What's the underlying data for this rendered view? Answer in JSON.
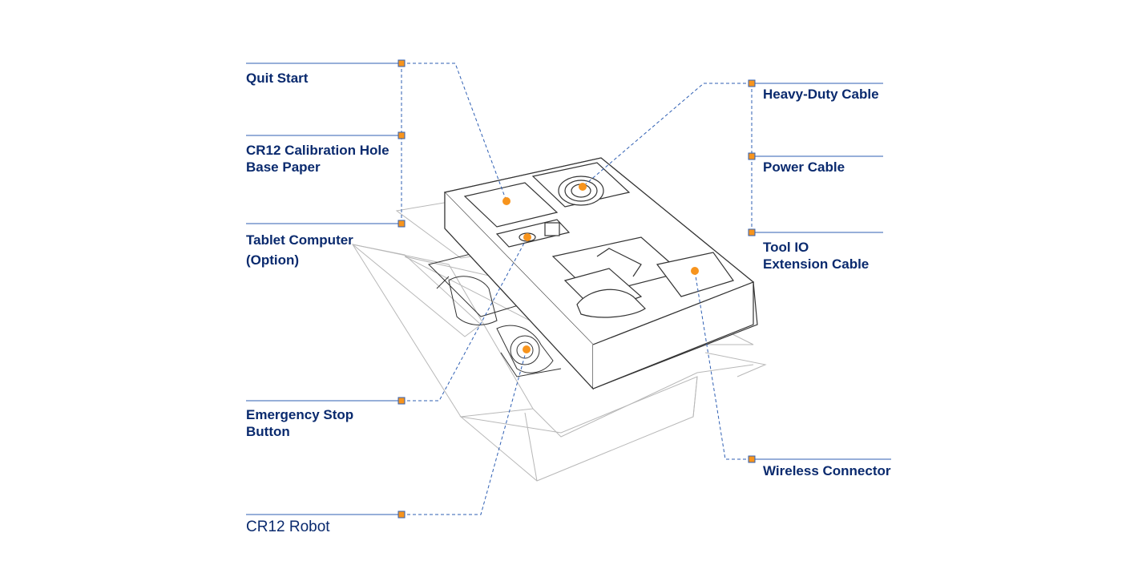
{
  "colors": {
    "label_text": "#0a2a6e",
    "leader_line": "#2f5fb3",
    "marker": "#f7941d",
    "outline": "#333333",
    "box_line": "#b8b8b8"
  },
  "labels": {
    "quit_start": {
      "line1": "Quit Start"
    },
    "calibration": {
      "line1": "CR12 Calibration Hole",
      "line2": "Base Paper"
    },
    "tablet": {
      "line1": "Tablet Computer",
      "line2": "(Option)"
    },
    "emergency": {
      "line1": "Emergency Stop",
      "line2": "Button"
    },
    "robot": {
      "line1": "CR12 Robot"
    },
    "heavy_duty": {
      "line1": "Heavy-Duty Cable"
    },
    "power": {
      "line1": "Power Cable"
    },
    "tool_io": {
      "line1": "Tool IO",
      "line2": "Extension Cable"
    },
    "wireless": {
      "line1": "Wireless Connector"
    }
  }
}
